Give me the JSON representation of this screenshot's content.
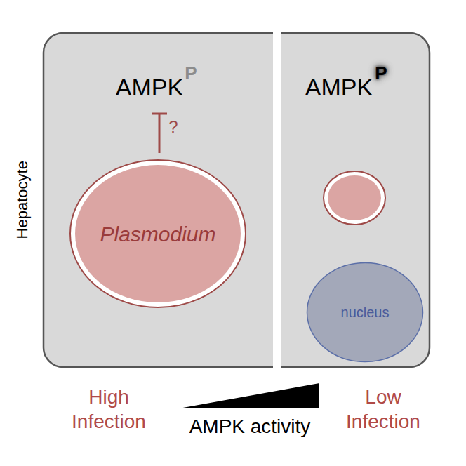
{
  "diagram": {
    "nodes": [
      {
        "text": [
          "AMPK",
          "P",
          "?"
        ]
      },
      {
        "text": [
          "Plasmodium"
        ],
        "in": 0
      },
      {
        "text": [
          "AMPK",
          "P"
        ]
      },
      {
        "text": [
          "nucleus"
        ],
        "in": 2
      }
    ],
    "labels": [
      "Hepatocyte",
      "High Infection",
      "AMPK activity",
      "Low Infection"
    ]
  }
}
